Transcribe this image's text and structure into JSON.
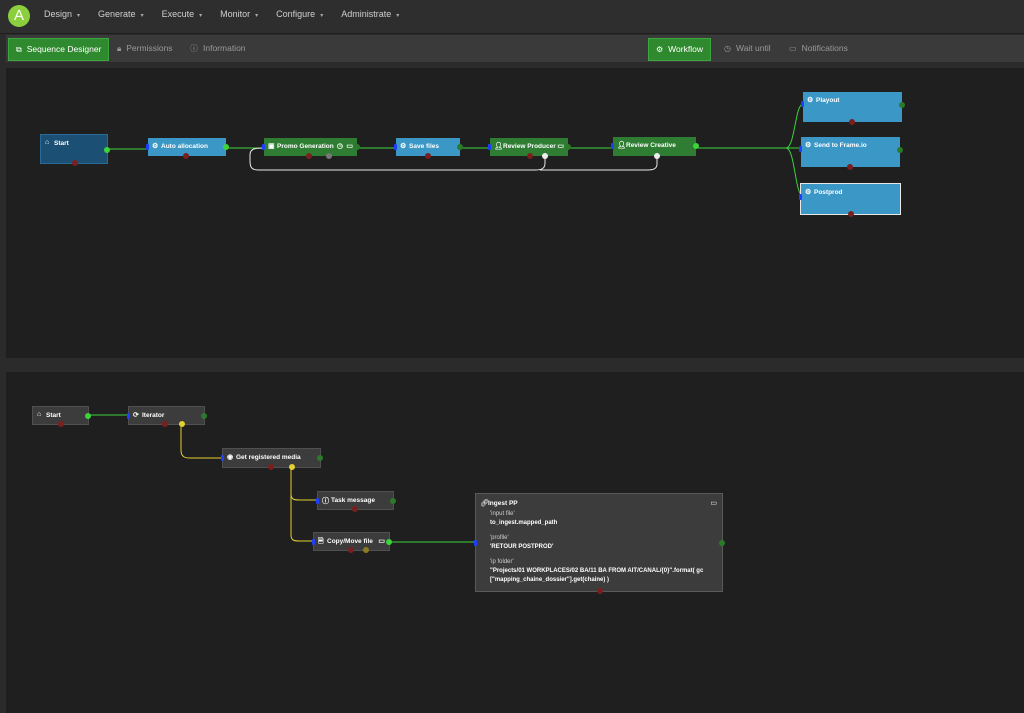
{
  "app": {
    "logo_letter": "A"
  },
  "menu": [
    {
      "label": "Design",
      "caret": "▾"
    },
    {
      "label": "Generate",
      "caret": "▾"
    },
    {
      "label": "Execute",
      "caret": "▾"
    },
    {
      "label": "Monitor",
      "caret": "▾"
    },
    {
      "label": "Configure",
      "caret": "▾"
    },
    {
      "label": "Administrate",
      "caret": "▾"
    }
  ],
  "tabs": {
    "sequence_designer": "Sequence Designer",
    "permissions": "Permissions",
    "information": "Information",
    "workflow": "Workflow",
    "wait_until": "Wait until",
    "notifications": "Notifications"
  },
  "workflow": {
    "start": "Start",
    "auto_allocation": "Auto allocation",
    "promo_generation": "Promo Generation",
    "save_files": "Save files",
    "review_producer": "Review Producer",
    "review_creative": "Review Creative",
    "playout": "Playout",
    "send_to_frameio": "Send to Frame.io",
    "postprod": "Postprod"
  },
  "sequence": {
    "start": "Start",
    "iterator": "Iterator",
    "get_registered_media": "Get registered media",
    "task_message": "Task message",
    "copy_move_file": "Copy/Move file",
    "ingest": {
      "title": "Ingest PP",
      "input_file_key": "'input file'",
      "input_file_value": "to_ingest.mapped_path",
      "profile_key": "'profile'",
      "profile_value": "'RETOUR POSTPROD'",
      "ip_folder_key": "'ip folder'",
      "ip_folder_value_1": "\"Projects/01 WORKPLACES/02 BA/11 BA FROM AIT/CANAL/{0}\".format( gc",
      "ip_folder_value_2": "[\"mapping_chaine_dossier\"].get(chaine) )"
    }
  },
  "colors": {
    "accent_green": "#2f8a2f",
    "node_blue": "#3a97c6",
    "node_green": "#2e7d32",
    "wire_green": "#3bd43b",
    "wire_yellow": "#e0d030"
  }
}
